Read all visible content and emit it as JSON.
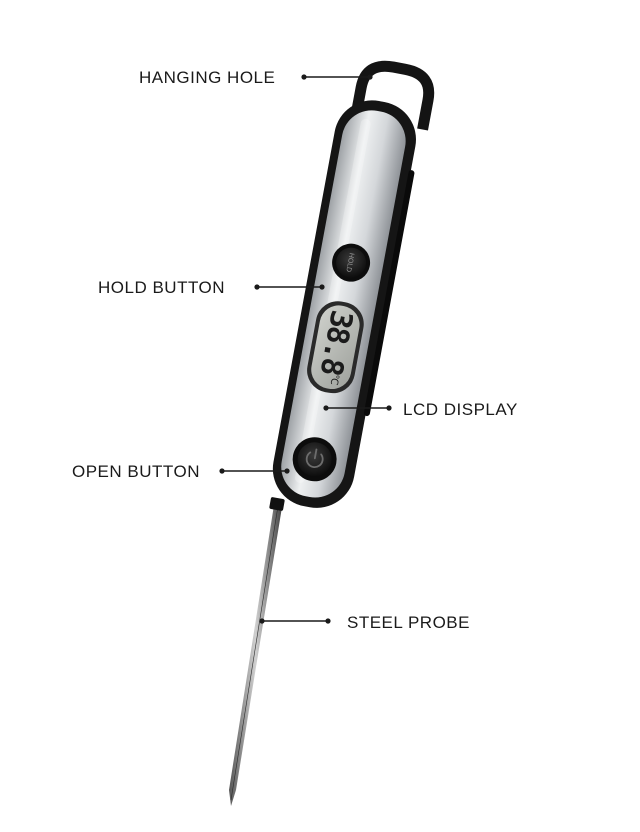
{
  "callouts": {
    "hanging_hole": "HANGING HOLE",
    "hold_button": "HOLD BUTTON",
    "lcd_display": "LCD DISPLAY",
    "open_button": "OPEN BUTTON",
    "steel_probe": "STEEL PROBE"
  },
  "device": {
    "lcd_reading": "38.8",
    "lcd_unit": "℃",
    "hold_key_text": "HOLD"
  },
  "colors": {
    "body": "#151515",
    "steel_light": "#e2e4e6",
    "steel_dark": "#8c9094",
    "lcd": "#b9bbb7",
    "digits": "#1b1b1b"
  }
}
